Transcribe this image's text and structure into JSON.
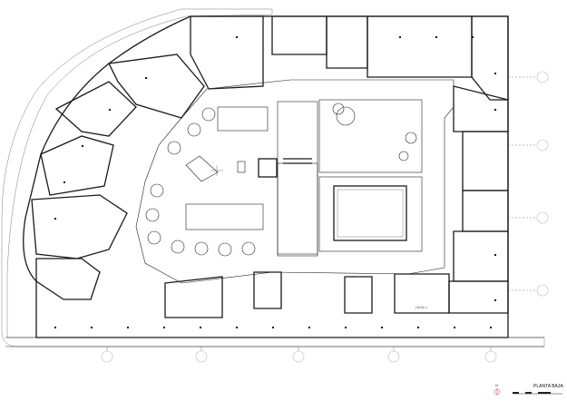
{
  "drawing": {
    "title": "PLANTA BAJA",
    "north_label": "N",
    "shop_label": "LOCAL 1"
  },
  "icons": {
    "north_arrow": "north-arrow-icon",
    "scale_bar": "scale-bar-icon"
  },
  "colors": {
    "lines": "#1a1a1a",
    "plaza_fill": "#ececec",
    "pool_fill": "#d9d9d9",
    "grid_marker": "#bdbdbd"
  }
}
